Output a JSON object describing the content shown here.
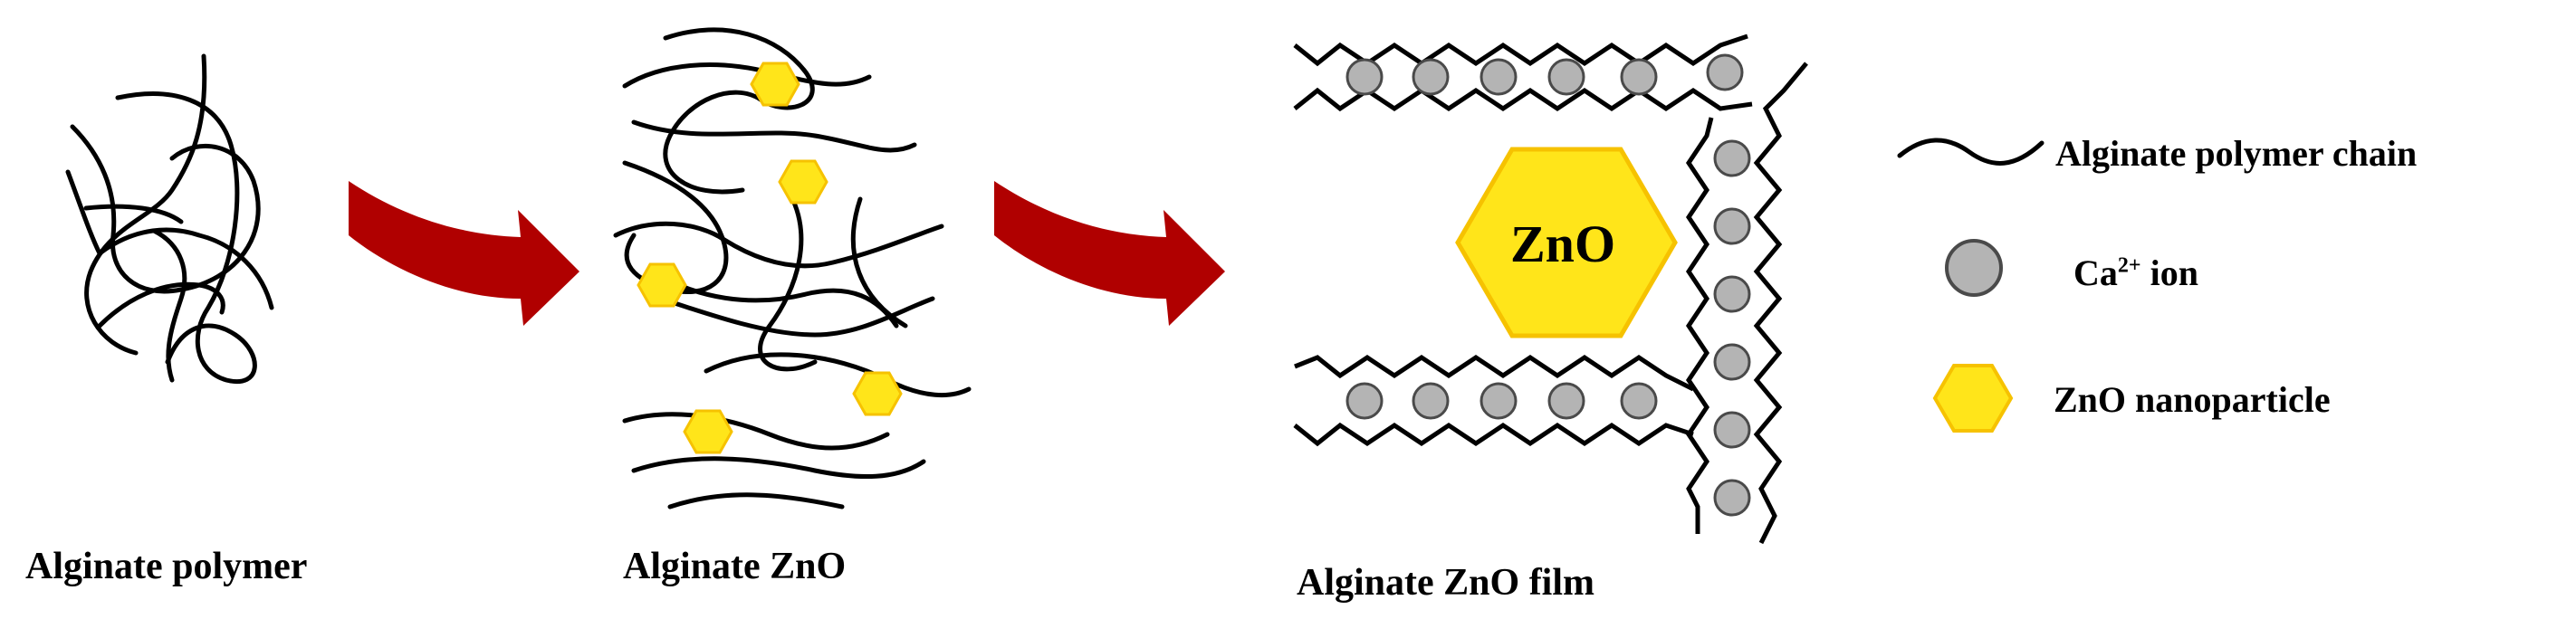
{
  "captions": {
    "alginate_polymer": "Alginate polymer",
    "alginate_zno": "Alginate ZnO",
    "alginate_zno_film": "Alginate ZnO film"
  },
  "film": {
    "center_label": "ZnO"
  },
  "legend": {
    "chain_label": "Alginate polymer chain",
    "ion_label_base": "Ca",
    "ion_label_sup": "2+",
    "ion_label_suffix": " ion",
    "nanoparticle_label": "ZnO nanoparticle"
  },
  "colors": {
    "arrow": "#b00000",
    "hexagon_fill": "#ffe51a",
    "hexagon_stroke": "#f6c200",
    "ion_fill": "#b4b4b4",
    "ion_stroke": "#4a4a4a",
    "line": "#000000"
  },
  "icons": {
    "arrow": "curved-arrow-icon",
    "ion": "calcium-ion-icon",
    "nanoparticle": "zno-hexagon-icon",
    "chain": "wavy-chain-icon"
  }
}
